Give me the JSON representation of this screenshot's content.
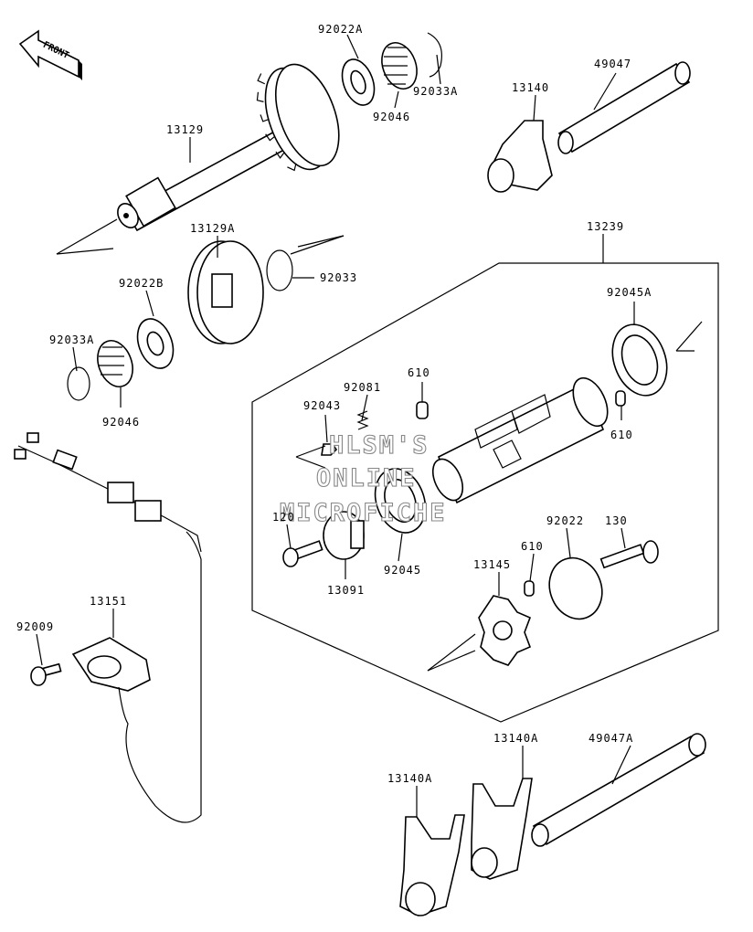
{
  "diagram": {
    "front_label": "FRONT",
    "watermark": [
      "HLSM'S",
      "ONLINE",
      "MICROFICHE"
    ],
    "part_labels": {
      "p92022A": "92022A",
      "p92033A_top": "92033A",
      "p92046_top": "92046",
      "p13129": "13129",
      "p49047": "49047",
      "p13140": "13140",
      "p13239": "13239",
      "p13129A": "13129A",
      "p92033": "92033",
      "p92022B": "92022B",
      "p92033A_left": "92033A",
      "p92046_left": "92046",
      "p92045A": "92045A",
      "p610_a": "610",
      "p610_b": "610",
      "p92081": "92081",
      "p92043": "92043",
      "p120": "120",
      "p13091": "13091",
      "p92045": "92045",
      "p92022": "92022",
      "p130": "130",
      "p610_c": "610",
      "p13145": "13145",
      "p92009": "92009",
      "p13151": "13151",
      "p13140A_right": "13140A",
      "p49047A": "49047A",
      "p13140A_left": "13140A"
    }
  }
}
